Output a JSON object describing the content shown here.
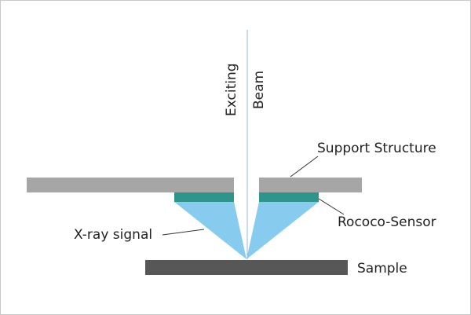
{
  "labels": {
    "beam_left": "Exciting",
    "beam_right": "Beam",
    "support": "Support Structure",
    "sensor": "Rococo-Sensor",
    "xray": "X-ray signal",
    "sample": "Sample"
  },
  "colors": {
    "support": "#a6a6a6",
    "sensor": "#2e958c",
    "xray": "#87cbee",
    "sample": "#575757",
    "beam": "#9db6d6"
  }
}
